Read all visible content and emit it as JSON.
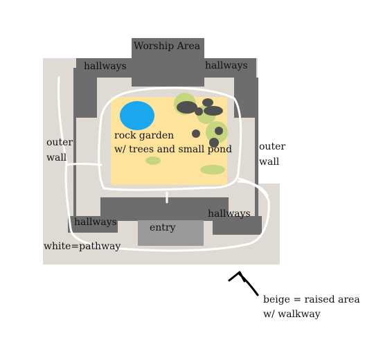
{
  "labels": {
    "worship_area": "Worship Area",
    "hallways_top_left": "hallways",
    "hallways_top_right": "hallways",
    "hallways_bottom_left": "hallways",
    "hallways_bottom_right": "hallways",
    "outer_wall_left_1": "outer",
    "outer_wall_left_2": "wall",
    "outer_wall_right_1": "outer",
    "outer_wall_right_2": "wall",
    "rock_garden_1": "rock garden",
    "rock_garden_2": "w/ trees and small pond",
    "entry": "entry",
    "white_legend": "white=pathway",
    "beige_legend_1": "beige = raised area",
    "beige_legend_2": "w/ walkway"
  },
  "colors": {
    "beige": "#e0dad4",
    "dark_gray": "#6d6d6d",
    "entry_gray": "#999999",
    "garden": "#fde39c",
    "pond": "#1aa7ee",
    "tree_green": "#c5d67f",
    "rock": "#505050",
    "pathway": "#ffffff",
    "arrow": "#000000"
  }
}
